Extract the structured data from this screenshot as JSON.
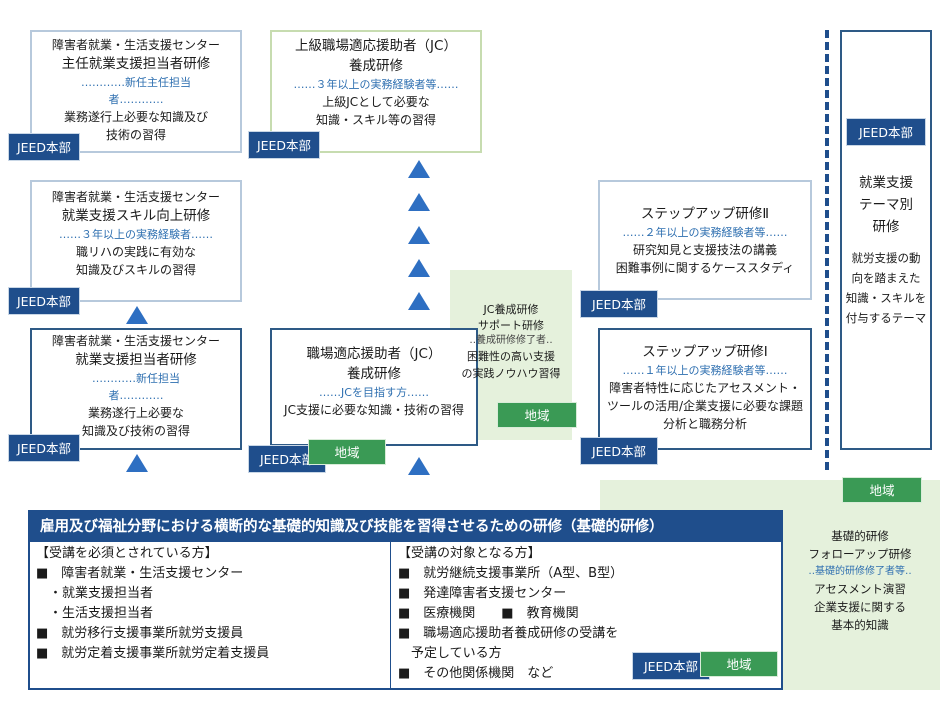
{
  "tags": {
    "jeed": "JEED本部",
    "area": "地域"
  },
  "box_chief1": {
    "l1": "障害者就業・生活支援センター",
    "l2": "主任就業支援担当者研修",
    "d1": "…………新任主任担当",
    "d2": "者…………",
    "l3": "業務遂行上必要な知識及び",
    "l4": "技術の習得"
  },
  "box_senior_jc": {
    "l1": "上級職場適応援助者（JC）",
    "l2": "養成研修",
    "d1": "……３年以上の実務経験者等……",
    "l3": "上級JCとして必要な",
    "l4": "知識・スキル等の習得"
  },
  "box_skill": {
    "l1": "障害者就業・生活支援センター",
    "l2": "就業支援スキル向上研修",
    "d1": "……３年以上の実務経験者……",
    "l3": "職リハの実践に有効な",
    "l4": "知識及びスキルの習得"
  },
  "box_staff": {
    "l1": "障害者就業・生活支援センター",
    "l2": "就業支援担当者研修",
    "d1": "…………新任担当",
    "d2": "者…………",
    "l3": "業務遂行上必要な",
    "l4": "知識及び技術の習得"
  },
  "box_jc": {
    "l1": "職場適応援助者（JC）",
    "l2": "養成研修",
    "d1": "……JCを目指す方……",
    "l3": "JC支援に必要な知識・技術の習得"
  },
  "jc_support": {
    "l1": "JC養成研修",
    "l2": "サポート研修",
    "d1": "‥養成研修修了者‥",
    "l3": "困難性の高い支援",
    "l4": "の実践ノウハウ習得"
  },
  "box_step2": {
    "l1": "ステップアップ研修Ⅱ",
    "d1": "……２年以上の実務経験者等……",
    "l3": "研究知見と支援技法の講義",
    "l4": "困難事例に関するケーススタディ"
  },
  "box_step1": {
    "l1": "ステップアップ研修Ⅰ",
    "d1": "……１年以上の実務経験者等……",
    "l3": "障害者特性に応じたアセスメント・",
    "l4": "ツールの活用/企業支援に必要な課題",
    "l5": "分析と職務分析"
  },
  "box_theme": {
    "l1": "就業支援",
    "l2": "テーマ別",
    "l3": "研修",
    "l4": "就労支援の動",
    "l5": "向を踏まえた",
    "l6": "知識・スキルを",
    "l7": "付与するテーマ"
  },
  "followup": {
    "l1": "基礎的研修",
    "l2": "フォローアップ研修",
    "d1": "‥基礎的研修修了者等‥",
    "l3": "アセスメント演習",
    "l4": "企業支援に関する",
    "l5": "基本的知識"
  },
  "basic": {
    "title": "雇用及び福祉分野における横断的な基礎的知識及び技能を習得させるための研修（基礎的研修）",
    "left_head": "【受講を必須とされている方】",
    "left_items": [
      "■　障害者就業・生活支援センター",
      "　・就業支援担当者",
      "　・生活支援担当者",
      "■　就労移行支援事業所就労支援員",
      "■　就労定着支援事業所就労定着支援員"
    ],
    "right_head": "【受講の対象となる方】",
    "right_items": [
      "■　就労継続支援事業所（A型、B型）",
      "■　発達障害者支援センター",
      "■　医療機関　　■　教育機関",
      "■　職場適応援助者養成研修の受講を",
      "　予定している方",
      "■　その他関係機関　など"
    ]
  }
}
